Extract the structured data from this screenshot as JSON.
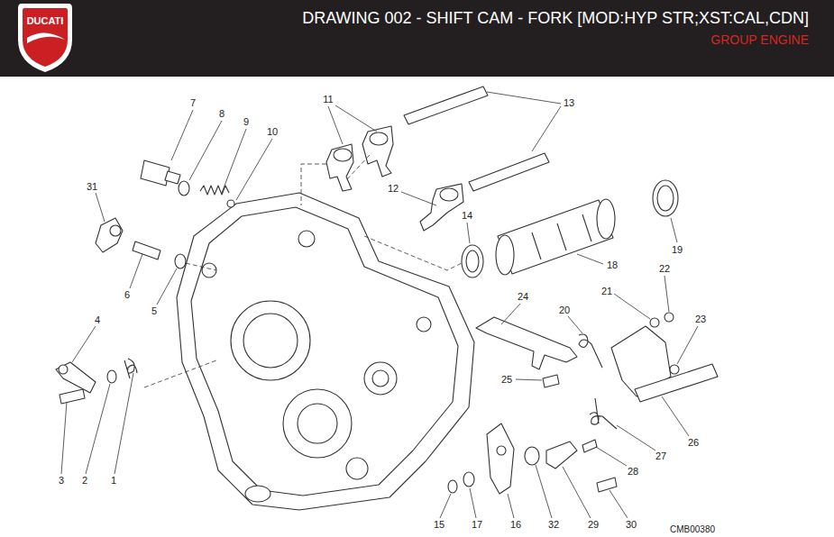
{
  "diagram": {
    "title": "DRAWING 002 - SHIFT CAM - FORK [MOD:HYP STR;XST:CAL,CDN]",
    "labels": [
      "DUCATI",
      "GROUP ENGINE",
      "7",
      "8",
      "9",
      "10",
      "11",
      "13",
      "31",
      "12",
      "14",
      "18",
      "19",
      "6",
      "5",
      "22",
      "21",
      "23",
      "24",
      "20",
      "4",
      "25",
      "26",
      "27",
      "28",
      "3",
      "2",
      "1",
      "15",
      "17",
      "16",
      "32",
      "29",
      "30",
      "CMB00380"
    ]
  }
}
